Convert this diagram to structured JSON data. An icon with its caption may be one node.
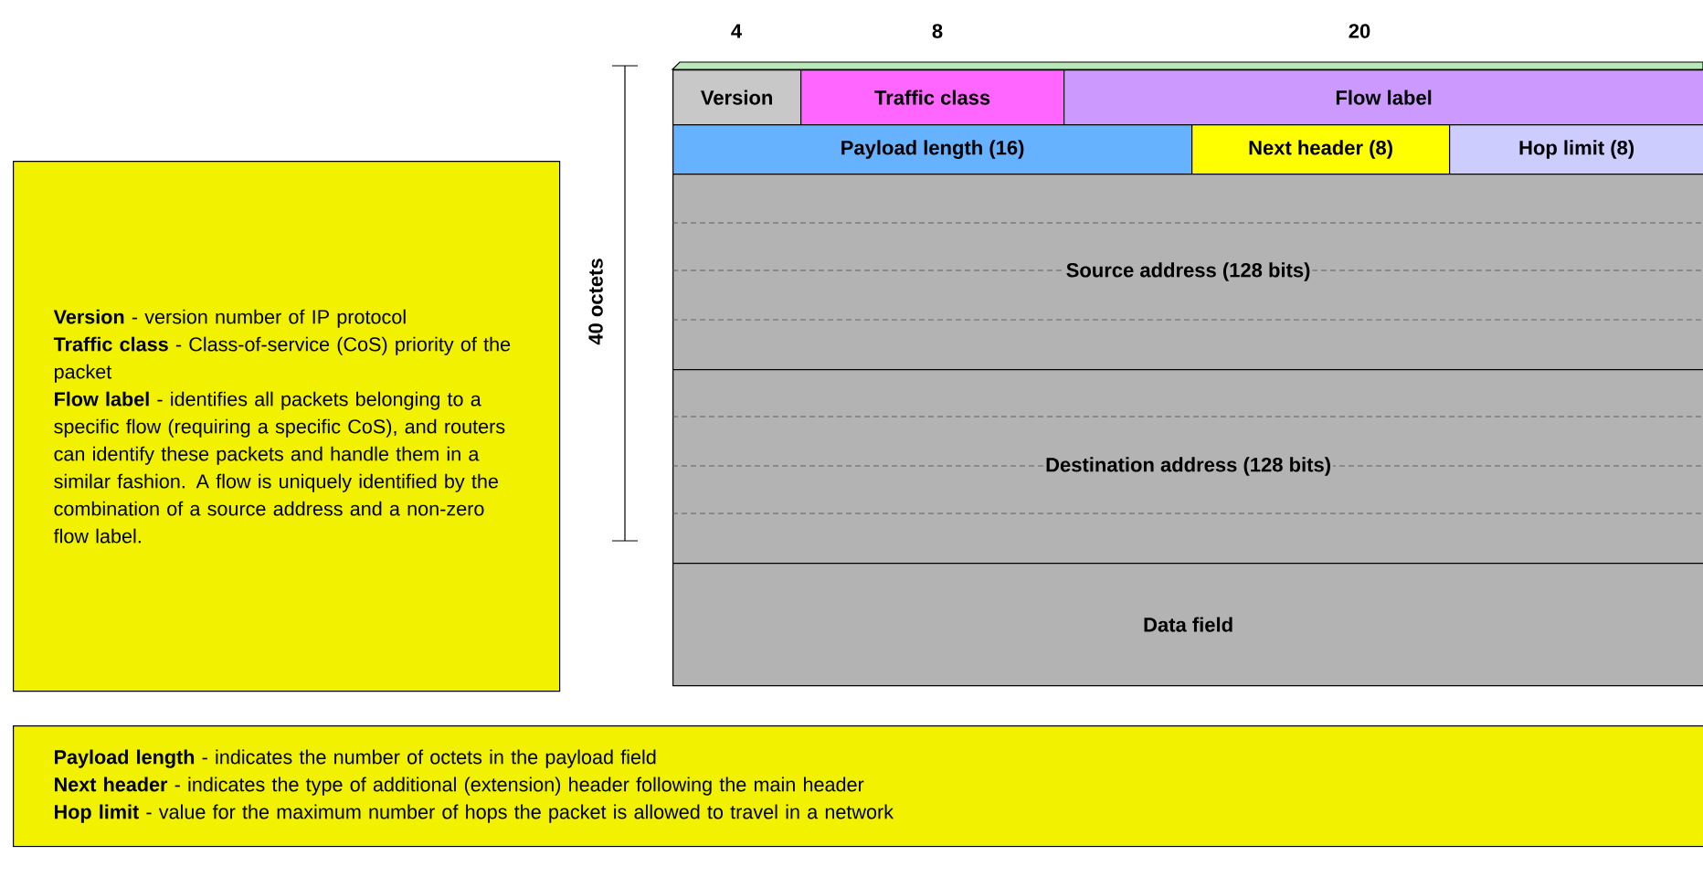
{
  "diagram": {
    "nodes": [
      {
        "text": [
          "Version"
        ]
      },
      {
        "text": [
          "Traffic class"
        ]
      },
      {
        "text": [
          "Flow label"
        ]
      },
      {
        "text": [
          "Payload length (16)"
        ]
      },
      {
        "text": [
          "Next header (8)"
        ]
      },
      {
        "text": [
          "Hop limit (8)"
        ]
      },
      {
        "text": [
          "Source address (128 bits)"
        ]
      },
      {
        "text": [
          "Destination address (128 bits)"
        ]
      },
      {
        "text": [
          "Data field"
        ]
      },
      {
        "text": [
          "**Version** - version number of IP protocol",
          "**Traffic class** - Class-of-service (CoS) priority of the packet",
          "**Flow label** - identifies all packets belonging to a specific flow (requiring a specific CoS), and routers can identify these packets and handle them in a similar fashion. A flow is uniquely identified by the combination of a source address and a non-zero flow label."
        ]
      },
      {
        "text": [
          "**Payload length** - indicates the number of octets in the payload field",
          "**Next header** - indicates the type of additional (extension) header following the main header",
          "**Hop limit** - value for the maximum number of hops the packet is allowed to travel in a network"
        ]
      }
    ],
    "labels": [
      "4",
      "8",
      "20",
      "40 octets"
    ]
  }
}
